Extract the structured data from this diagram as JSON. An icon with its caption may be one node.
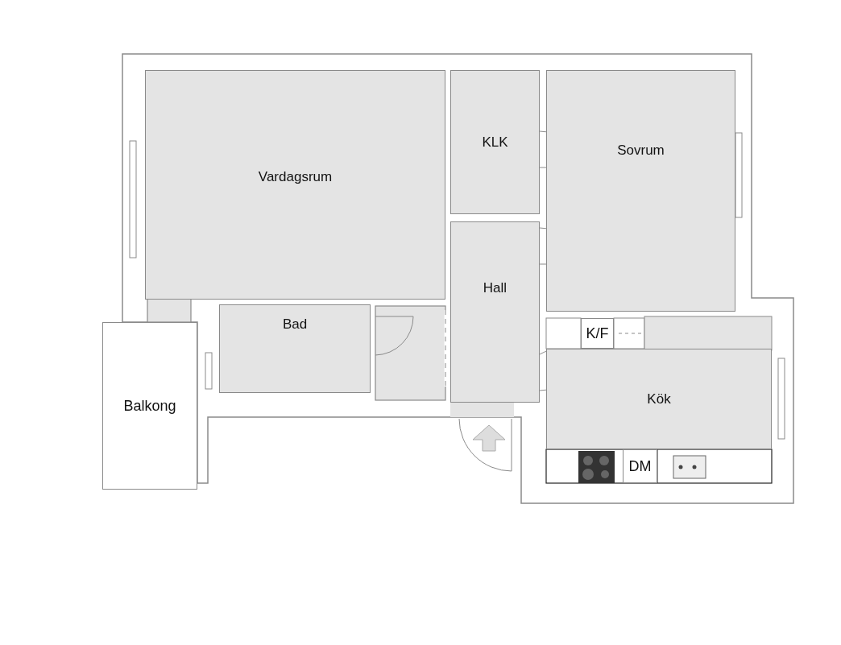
{
  "diagram": {
    "nodes": [
      {
        "text": [
          "Vardagsrum"
        ]
      },
      {
        "text": [
          "KLK"
        ]
      },
      {
        "text": [
          "Sovrum"
        ]
      },
      {
        "text": [
          "Hall"
        ]
      },
      {
        "text": [
          "K/F"
        ]
      },
      {
        "text": [
          "Bad"
        ]
      },
      {
        "text": [
          "Balkong"
        ]
      },
      {
        "text": [
          "Kök"
        ]
      },
      {
        "text": [
          "DM"
        ]
      }
    ]
  }
}
